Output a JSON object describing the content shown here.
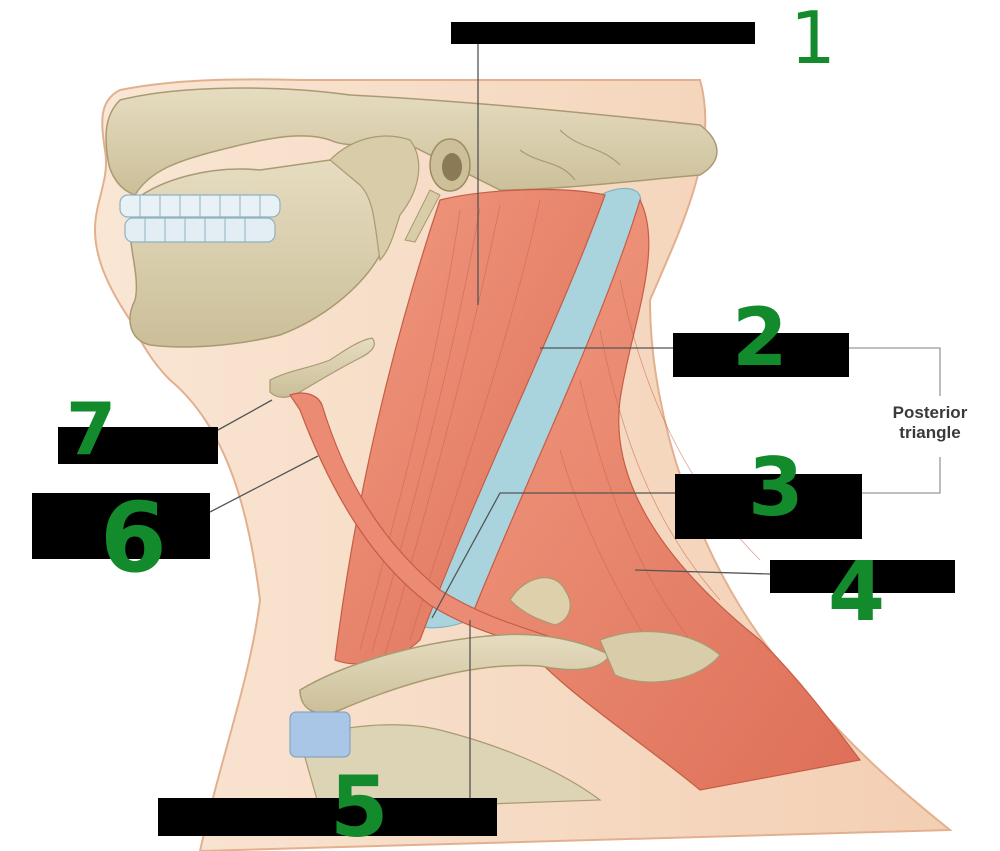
{
  "bracket": {
    "line1": "Posterior",
    "line2": "triangle"
  },
  "handwritten_labels": [
    "1",
    "2",
    "3",
    "4",
    "5",
    "6",
    "7"
  ],
  "colors": {
    "skin": "#f8e2cf",
    "bone": "#ddd3b5",
    "muscle": "#e9836c",
    "triangle": "#a9d4de",
    "cartilage": "#a9c6e6",
    "ink": "#138a2c",
    "redaction": "#000000"
  }
}
